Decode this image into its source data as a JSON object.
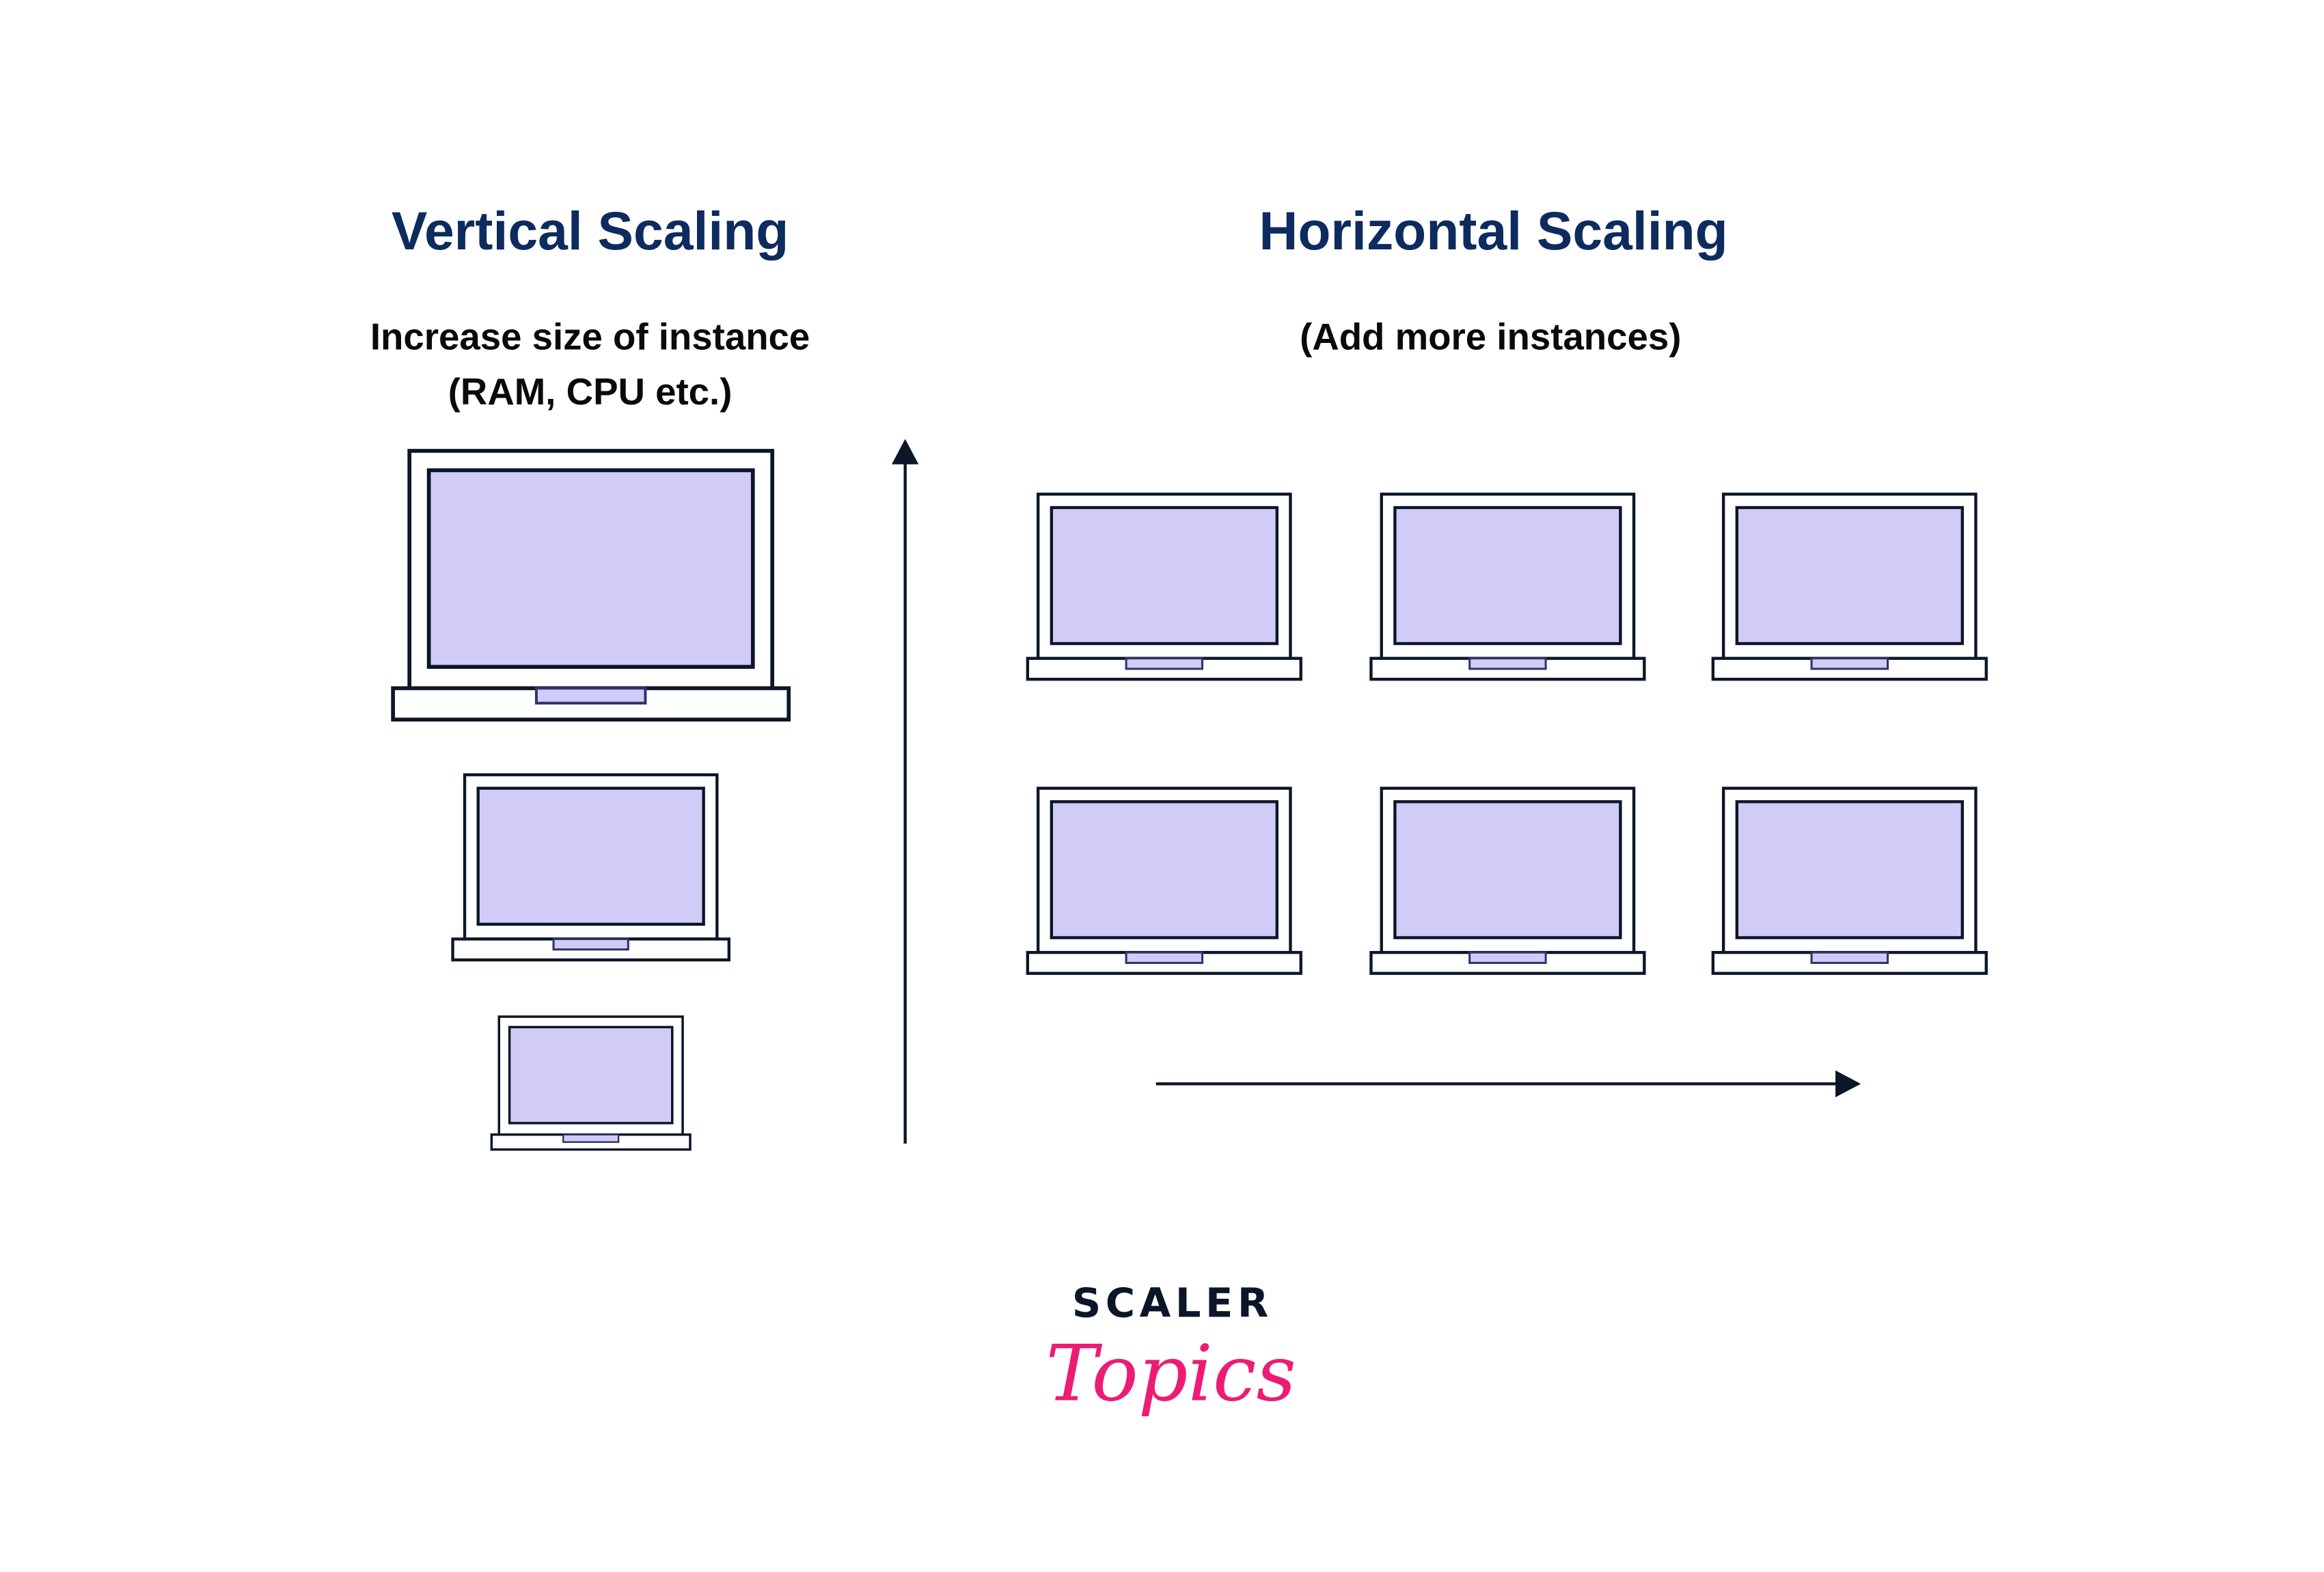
{
  "colors": {
    "title": "#0d2b5e",
    "text": "#0a0a0a",
    "outline": "#0b1628",
    "screen": "#d0cbf7",
    "brand_dark": "#0b1628",
    "brand_pink": "#ec1c74"
  },
  "vertical": {
    "title": "Vertical Scaling",
    "subtitle_line1": "Increase size of instance",
    "subtitle_line2": "(RAM, CPU etc.)"
  },
  "horizontal": {
    "title": "Horizontal Scaling",
    "subtitle": "(Add more instances)"
  },
  "logo": {
    "line1": "SCALER",
    "line2": "Topics"
  }
}
